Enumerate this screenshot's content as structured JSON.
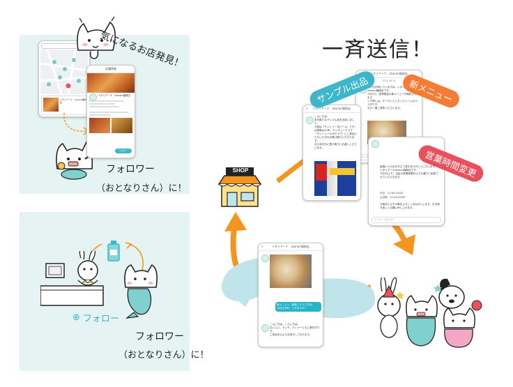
{
  "headline": "一斉送信！",
  "top_panel": {
    "speech": "気になるお店発見！",
    "follower_label": "フォロワー",
    "follower_sub": "（おとなりさん）に！",
    "map_phone": {
      "search": "",
      "card_title": "イタリアーナ　otonari福岡店"
    },
    "shop_phone": {
      "header": "店舗情報",
      "shop_name": "イタリアーナ　otonari福岡店",
      "follow_button": "フォロー"
    }
  },
  "bottom_panel": {
    "follow_label": "フォロー",
    "follower_label": "フォロワー",
    "follower_sub": "（おとなりさん）に！"
  },
  "tags": {
    "sample": "サンプル出品",
    "menu": "新メニュー",
    "hours": "営業時間変更"
  },
  "shop_sign": "SHOP",
  "colors": {
    "teal_panel": "#e6f3f3",
    "tag_sample": "#3db6c9",
    "tag_menu": "#f47c34",
    "tag_hours": "#e8505b",
    "arrow_orange": "#f5951f",
    "bubble_teal": "#3cb7c9"
  },
  "phone_menu": {
    "header": "イタリアーナ　otonari福岡店",
    "date": "2022.06.14",
    "message": "暑い日が続いていますね。イタリアーナotonari福岡店です。\n7月から、夏季限定の新メニューが発売されます。\nイチ押しは、サーモンとレモンクリームのパスタです。\nぜひ一度ご賞味くださいませ。",
    "input_placeholder": "メッセージを入力"
  },
  "phone_sample": {
    "header": "イタリアーナ　otonari福岡店",
    "message": "こんにちは。\n本日新たなサンプル品を出品しました。\n今回は「サントリー生ビール」です！\n出荷数は10本、サンギュークラブ（サントリー九州クラブ）にご参加いただいた方のみ受け取りいただけます。\nぜひ本日中に受け取りにお越しくださいませ。"
  },
  "phone_hours": {
    "message": "皆様いつもお引き立て頂きありがとうございます。\nイタリアーナotonari福岡店です。\n7月1日より、当店の営業時間を以下の通りに変更させていただきます。",
    "hours_weekday": "平日　11:00-15:00",
    "hours_weekend": "土日祝　11:00-20:00",
    "closing": "今後共に以下の事をよろしくおねがいします。引き続き宜しくお願い申し上げます。",
    "input_placeholder": "メッセージを入力"
  },
  "phone_chat": {
    "header": "イタリアーナ　otonari福岡店",
    "user_message": "新メニュー、美味しそうですね。\n今日は予約、できますか？",
    "reply": "こんにちは。こんにちは。\nおいしい、ランチ、ディナーともに受付中です。\nご来店を心よりお待ちしております。"
  }
}
